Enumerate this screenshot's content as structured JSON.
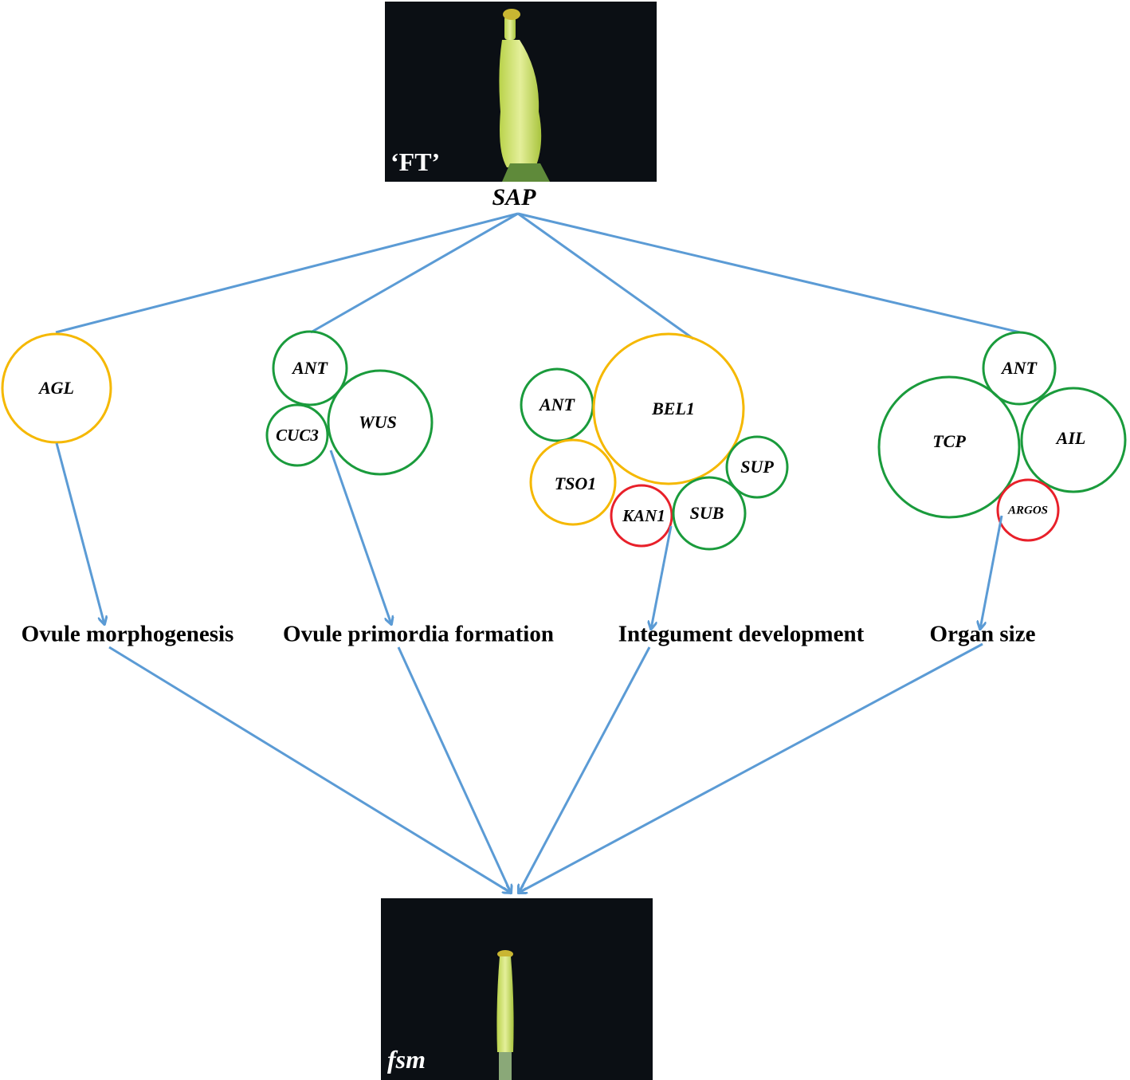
{
  "colors": {
    "arrow": "#5b9bd5",
    "up_regulated": "#f5b800",
    "down_regulated": "#1a9b3c",
    "red": "#e8202a",
    "photo_background": "#0b0f14",
    "stigma_green": "#c9dc5a"
  },
  "photos": {
    "top_label": "‘FT’",
    "bottom_label": "fsm"
  },
  "root_gene": "SAP",
  "groups": [
    {
      "process": "Ovule morphogenesis",
      "genes": [
        {
          "label": "AGL",
          "color": "yellow"
        }
      ]
    },
    {
      "process": "Ovule primordia formation",
      "genes": [
        {
          "label": "ANT",
          "color": "green"
        },
        {
          "label": "CUC3",
          "color": "green"
        },
        {
          "label": "WUS",
          "color": "green"
        }
      ]
    },
    {
      "process": "Integument development",
      "genes": [
        {
          "label": "ANT",
          "color": "green"
        },
        {
          "label": "BEL1",
          "color": "yellow"
        },
        {
          "label": "TSO1",
          "color": "yellow"
        },
        {
          "label": "KAN1",
          "color": "red"
        },
        {
          "label": "SUB",
          "color": "green"
        },
        {
          "label": "SUP",
          "color": "green"
        }
      ]
    },
    {
      "process": "Organ size",
      "genes": [
        {
          "label": "ANT",
          "color": "green"
        },
        {
          "label": "TCP",
          "color": "green"
        },
        {
          "label": "AIL",
          "color": "green"
        },
        {
          "label": "ARGOS",
          "color": "red"
        }
      ]
    }
  ]
}
